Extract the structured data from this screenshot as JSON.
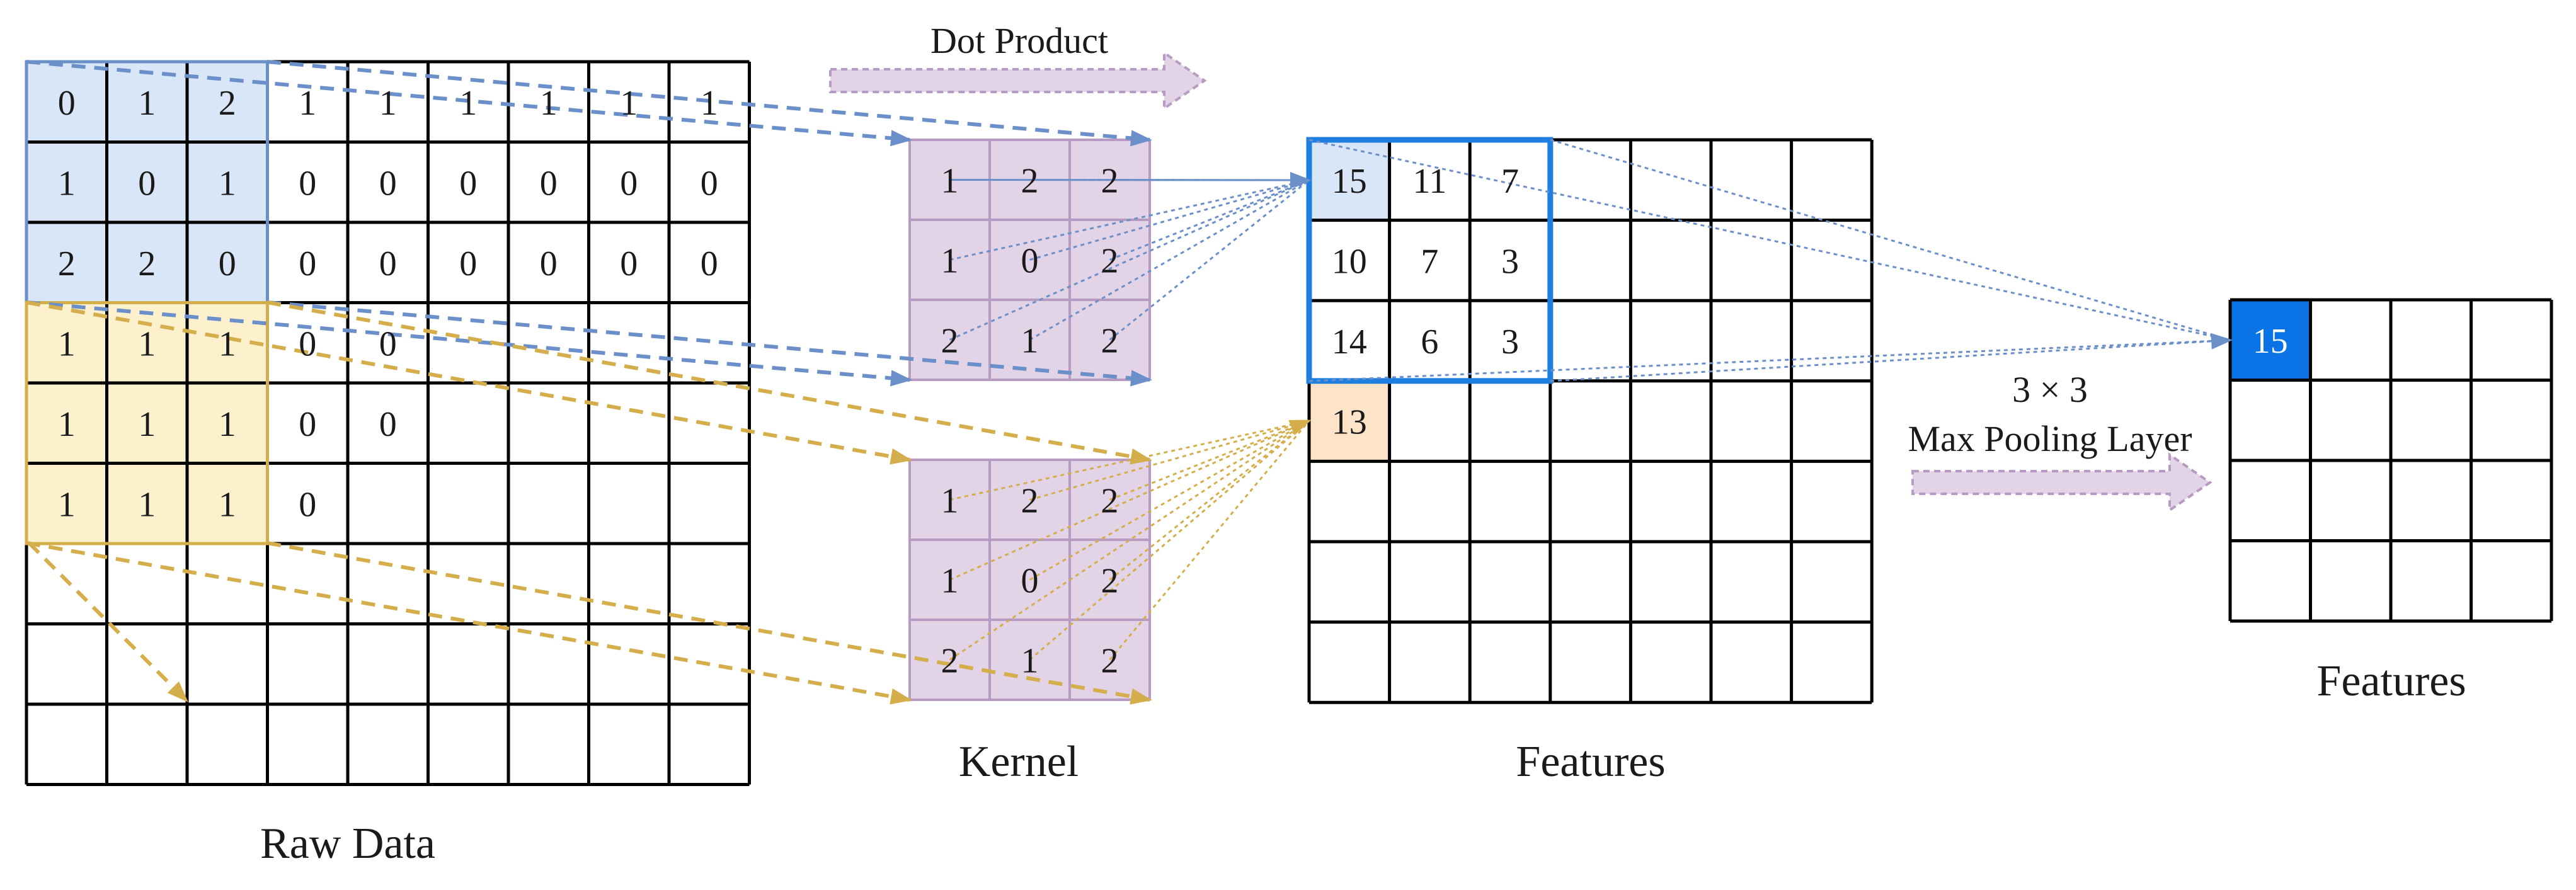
{
  "labels": {
    "raw_data": "Raw Data",
    "kernel": "Kernel",
    "features_conv": "Features",
    "features_pool": "Features",
    "dot_product": "Dot Product",
    "pool_size": "3 × 3",
    "pool_layer": "Max Pooling Layer"
  },
  "raw_data": {
    "rows": 9,
    "cols": 9,
    "values": [
      [
        "0",
        "1",
        "2",
        "1",
        "1",
        "1",
        "1",
        "1",
        "1"
      ],
      [
        "1",
        "0",
        "1",
        "0",
        "0",
        "0",
        "0",
        "0",
        "0"
      ],
      [
        "2",
        "2",
        "0",
        "0",
        "0",
        "0",
        "0",
        "0",
        "0"
      ],
      [
        "1",
        "1",
        "1",
        "0",
        "0",
        "",
        "",
        "",
        ""
      ],
      [
        "1",
        "1",
        "1",
        "0",
        "0",
        "",
        "",
        "",
        ""
      ],
      [
        "1",
        "1",
        "1",
        "0",
        "",
        "",
        "",
        "",
        ""
      ],
      [
        "",
        "",
        "",
        "",
        "",
        "",
        "",
        "",
        ""
      ],
      [
        "",
        "",
        "",
        "",
        "",
        "",
        "",
        "",
        ""
      ],
      [
        "",
        "",
        "",
        "",
        "",
        "",
        "",
        "",
        ""
      ]
    ]
  },
  "kernel": {
    "values": [
      [
        "1",
        "2",
        "2"
      ],
      [
        "1",
        "0",
        "2"
      ],
      [
        "2",
        "1",
        "2"
      ]
    ]
  },
  "features": {
    "rows": 7,
    "cols": 7,
    "values": [
      [
        "15",
        "11",
        "7",
        "",
        "",
        "",
        ""
      ],
      [
        "10",
        "7",
        "3",
        "",
        "",
        "",
        ""
      ],
      [
        "14",
        "6",
        "3",
        "",
        "",
        "",
        ""
      ],
      [
        "13",
        "",
        "",
        "",
        "",
        "",
        ""
      ],
      [
        "",
        "",
        "",
        "",
        "",
        "",
        ""
      ],
      [
        "",
        "",
        "",
        "",
        "",
        "",
        ""
      ],
      [
        "",
        "",
        "",
        "",
        "",
        "",
        ""
      ]
    ]
  },
  "pooled": {
    "rows": 4,
    "cols": 4,
    "values": [
      [
        "15",
        "",
        "",
        ""
      ],
      [
        "",
        "",
        "",
        ""
      ],
      [
        "",
        "",
        "",
        ""
      ],
      [
        "",
        "",
        "",
        ""
      ]
    ]
  },
  "colors": {
    "blue_fill": "#d9e6f7",
    "blue_line": "#6b8fc9",
    "blue_box": "#1f7fe0",
    "yellow_fill": "#fdf0cc",
    "yellow_line": "#d4ae4a",
    "kernel_fill": "#e2d3e6",
    "kernel_border": "#b79bc2",
    "peach_fill": "#fde3c8",
    "pool_fill": "#0a74e6",
    "grid": "#000000"
  }
}
